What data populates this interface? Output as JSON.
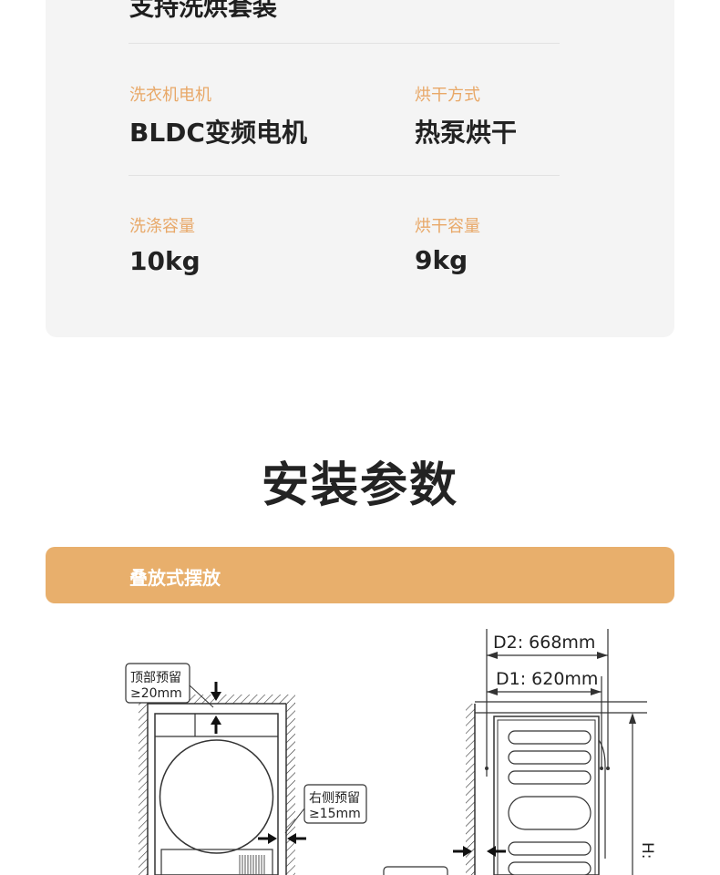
{
  "specs": {
    "top_partial_text": "支持洗烘套装",
    "rows": [
      [
        {
          "label": "洗衣机电机",
          "value": "BLDC变频电机"
        },
        {
          "label": "烘干方式",
          "value": "热泵烘干"
        }
      ],
      [
        {
          "label": "洗涤容量",
          "value": "10kg"
        },
        {
          "label": "烘干容量",
          "value": "9kg"
        }
      ]
    ]
  },
  "install": {
    "section_title": "安装参数",
    "mode_label": "叠放式摆放",
    "front_view": {
      "top_clearance_label": "顶部预留",
      "top_clearance_value": "≥20mm",
      "right_clearance_label": "右侧预留",
      "right_clearance_value": "≥15mm"
    },
    "side_view": {
      "d2": "D2: 668mm",
      "d1": "D1: 620mm",
      "h_partial": "H:"
    }
  },
  "colors": {
    "accent": "#e8af6c",
    "label": "#e8a868",
    "card_bg": "#f4f4f4",
    "text_dark": "#222222"
  }
}
